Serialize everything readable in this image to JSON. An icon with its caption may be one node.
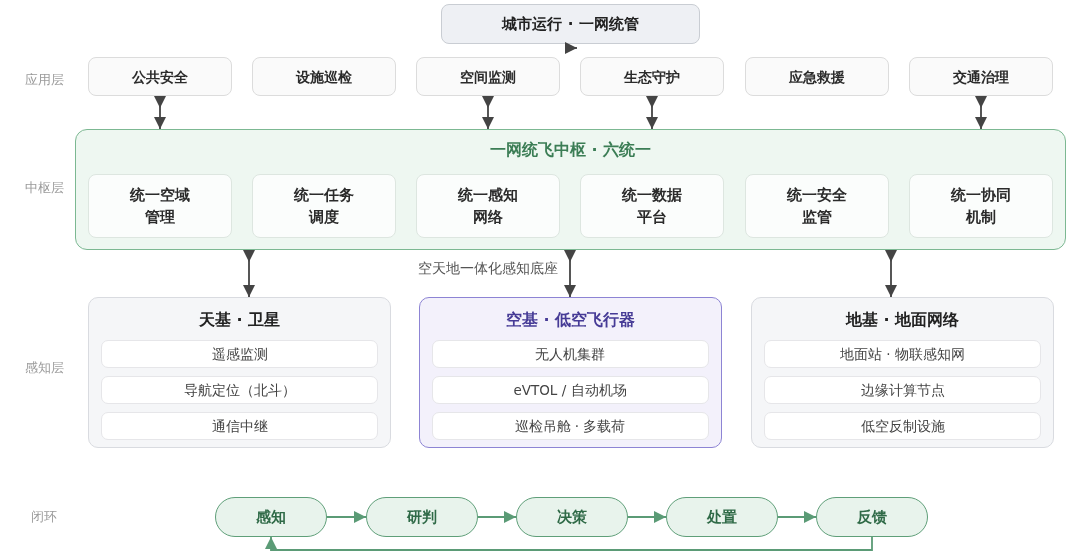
{
  "diagram": {
    "nodes": [
      {
        "text": [
          "城市运行 · 一网统管"
        ]
      },
      {
        "text": [
          "公共安全"
        ]
      },
      {
        "text": [
          "设施巡检"
        ]
      },
      {
        "text": [
          "空间监测"
        ]
      },
      {
        "text": [
          "生态守护"
        ]
      },
      {
        "text": [
          "应急救援"
        ]
      },
      {
        "text": [
          "交通治理"
        ]
      },
      {
        "text": [
          "一网统飞中枢 · 六统一"
        ]
      },
      {
        "text": [
          "统一空域管理"
        ],
        "in": 7
      },
      {
        "text": [
          "统一任务调度"
        ],
        "in": 7
      },
      {
        "text": [
          "统一感知网络"
        ],
        "in": 7
      },
      {
        "text": [
          "统一数据平台"
        ],
        "in": 7
      },
      {
        "text": [
          "统一安全监管"
        ],
        "in": 7
      },
      {
        "text": [
          "统一协同机制"
        ],
        "in": 7
      },
      {
        "text": [
          "天基 · 卫星"
        ]
      },
      {
        "text": [
          "遥感监测"
        ],
        "in": 14
      },
      {
        "text": [
          "导航定位（北斗）"
        ],
        "in": 14
      },
      {
        "text": [
          "通信中继"
        ],
        "in": 14
      },
      {
        "text": [
          "空基 · 低空飞行器"
        ]
      },
      {
        "text": [
          "无人机集群"
        ],
        "in": 18
      },
      {
        "text": [
          "eVTOL / 自动机场"
        ],
        "in": 18
      },
      {
        "text": [
          "巡检吊舱 · 多载荷"
        ],
        "in": 18
      },
      {
        "text": [
          "地基 · 地面网络"
        ]
      },
      {
        "text": [
          "地面站 · 物联感知网"
        ],
        "in": 22
      },
      {
        "text": [
          "边缘计算节点"
        ],
        "in": 22
      },
      {
        "text": [
          "低空反制设施"
        ],
        "in": 22
      },
      {
        "text": [
          "感知"
        ]
      },
      {
        "text": [
          "研判"
        ]
      },
      {
        "text": [
          "决策"
        ]
      },
      {
        "text": [
          "处置"
        ]
      },
      {
        "text": [
          "反馈"
        ]
      }
    ],
    "edges": [
      {
        "from": null,
        "to": 0,
        "arrow": "to"
      },
      {
        "from": 1,
        "to": 7,
        "arrow": "to"
      },
      {
        "from": 3,
        "to": 7,
        "arrow": "to"
      },
      {
        "from": 4,
        "to": 7,
        "arrow": "to"
      },
      {
        "from": 6,
        "to": 7,
        "arrow": "to"
      },
      {
        "from": 7,
        "to": 14,
        "arrow": "to"
      },
      {
        "from": 7,
        "to": 18,
        "arrow": "to"
      },
      {
        "from": 7,
        "to": 22,
        "arrow": "to"
      },
      {
        "from": 26,
        "to": 27,
        "arrow": "to",
        "color": "#5b9b76"
      },
      {
        "from": 27,
        "to": 28,
        "arrow": "to",
        "color": "#5b9b76"
      },
      {
        "from": 28,
        "to": 29,
        "arrow": "to",
        "color": "#5b9b76"
      },
      {
        "from": 29,
        "to": 30,
        "arrow": "to",
        "color": "#5b9b76"
      },
      {
        "from": 30,
        "to": 26,
        "arrow": "to",
        "color": "#5b9b76"
      }
    ],
    "labels": [
      "应用层",
      "中枢层",
      "空天地一体化感知底座",
      "感知层",
      "闭环"
    ]
  }
}
